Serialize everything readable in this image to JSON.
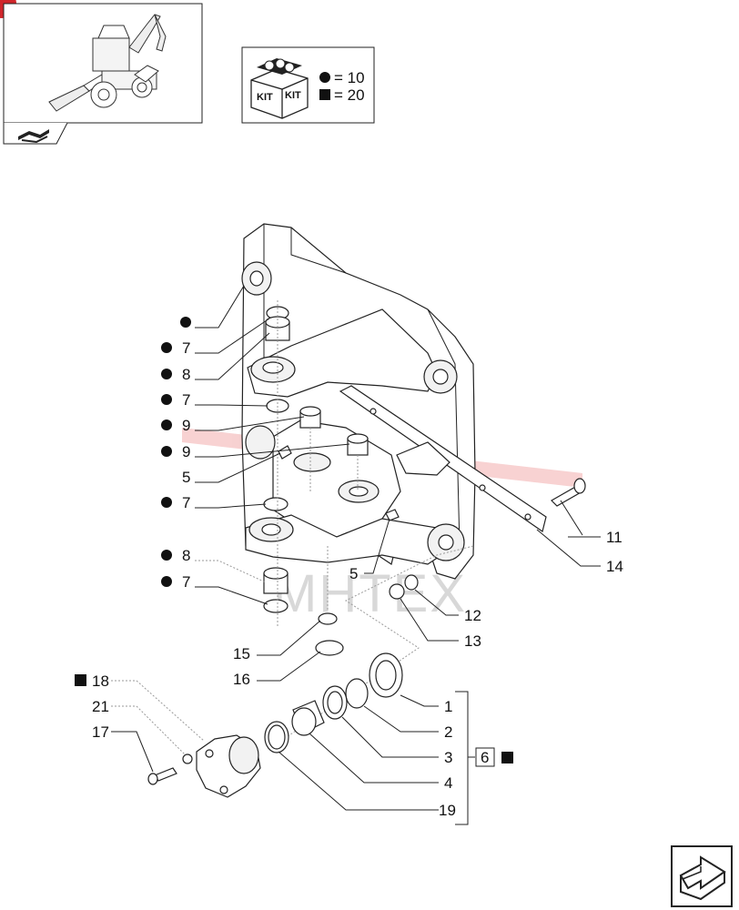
{
  "kit_legend": {
    "kit_box_label_1": "KIT",
    "kit_box_label_2": "KIT",
    "circle_entry": "= 10",
    "square_entry": "= 20"
  },
  "watermark": "MHTEX",
  "callouts": {
    "left": [
      {
        "marker": "circle",
        "label": ""
      },
      {
        "marker": "circle",
        "label": "7"
      },
      {
        "marker": "circle",
        "label": "8"
      },
      {
        "marker": "circle",
        "label": "7"
      },
      {
        "marker": "circle",
        "label": "9"
      },
      {
        "marker": "circle",
        "label": "9"
      },
      {
        "marker": "none",
        "label": "5"
      },
      {
        "marker": "circle",
        "label": "7"
      },
      {
        "marker": "circle",
        "label": "8"
      },
      {
        "marker": "circle",
        "label": "7"
      }
    ],
    "mid": [
      {
        "label": "5"
      },
      {
        "label": "15"
      },
      {
        "label": "16"
      }
    ],
    "right": [
      {
        "label": "11"
      },
      {
        "label": "14"
      },
      {
        "label": "12"
      },
      {
        "label": "13"
      }
    ],
    "lower_left": [
      {
        "marker": "square",
        "label": "18"
      },
      {
        "marker": "none",
        "label": "21"
      },
      {
        "marker": "none",
        "label": "17"
      }
    ],
    "bracket": [
      {
        "label": "1"
      },
      {
        "label": "2"
      },
      {
        "label": "3"
      },
      {
        "label": "4"
      },
      {
        "label": "19"
      }
    ],
    "bracket_ref": "6"
  },
  "icons": {
    "thumbnail": "backhoe-loader-icon",
    "thumbnail_footer": "book-arrow-icon",
    "kit": "kit-box-icon",
    "next_page": "next-page-arrow-icon"
  },
  "colors": {
    "line": "#222222",
    "watermark_red": "#e34b4b",
    "watermark_grey": "#d8d8d8",
    "badge_red": "#d0262b"
  }
}
